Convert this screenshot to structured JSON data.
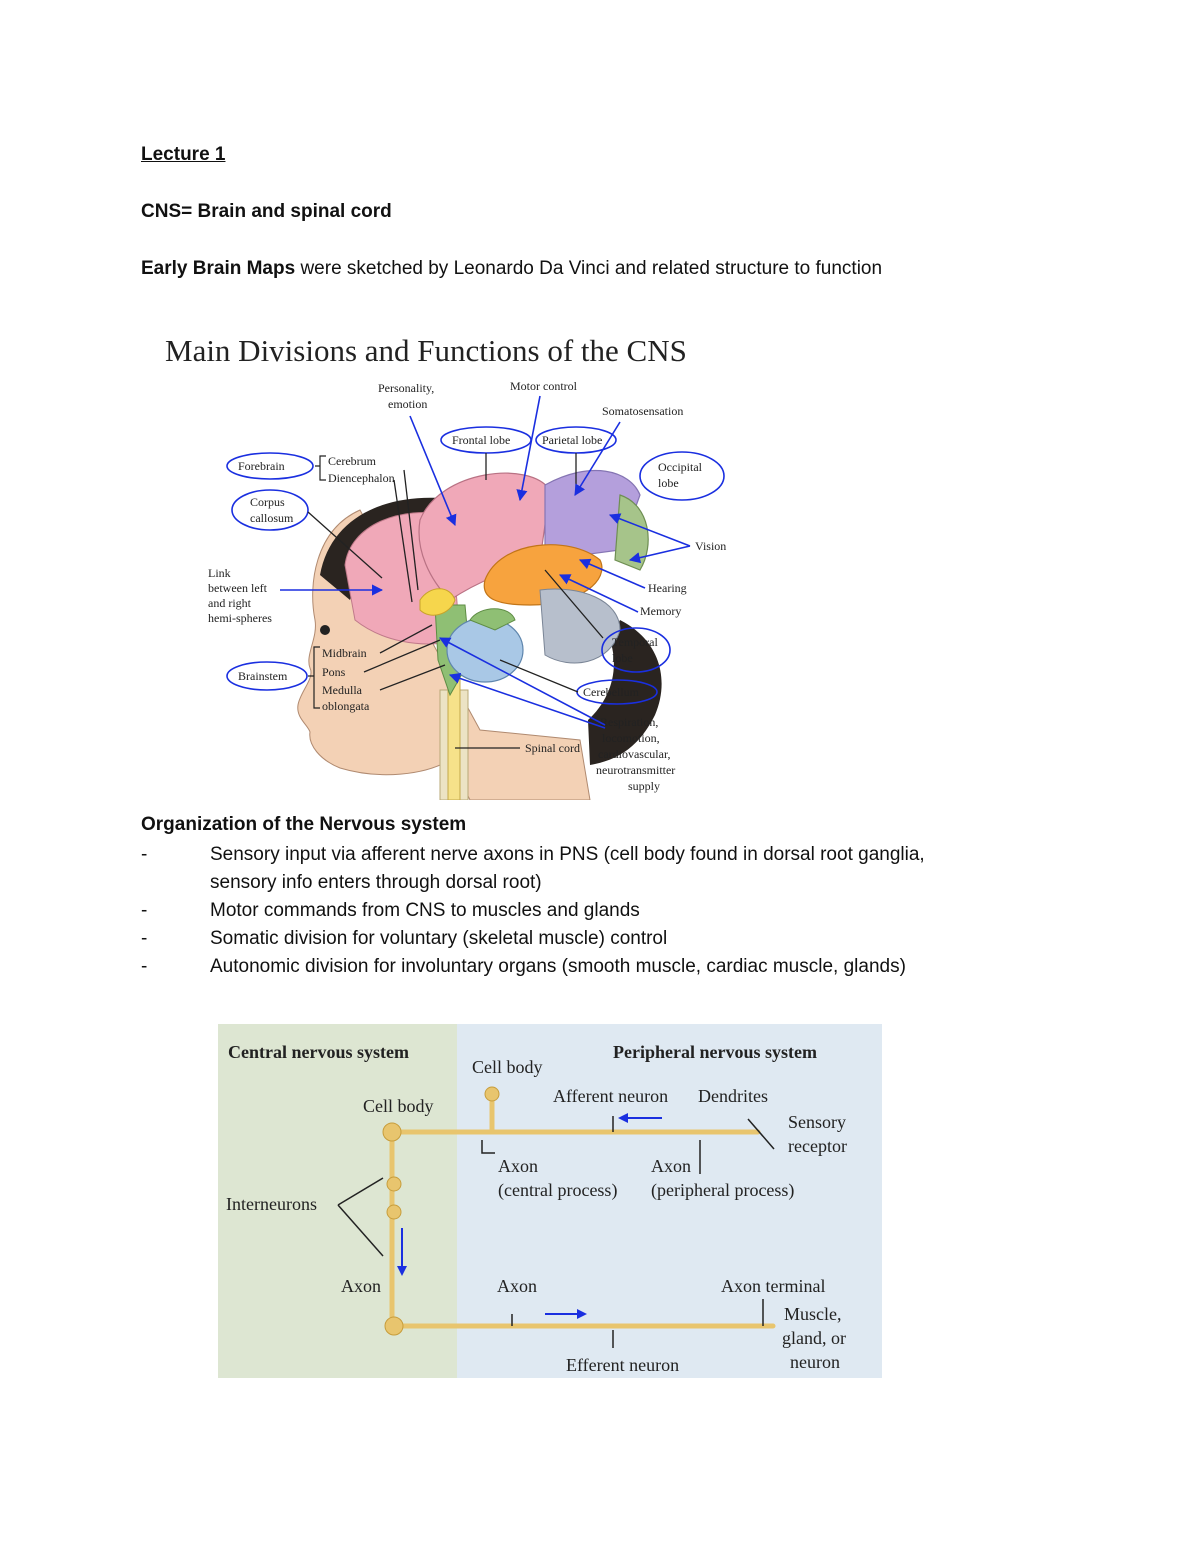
{
  "lecture_title": "Lecture 1",
  "cns_line": "CNS= Brain and spinal cord",
  "early_maps": {
    "bold": "Early Brain Maps",
    "rest": " were sketched by Leonardo Da Vinci and related structure to function"
  },
  "brain_figure": {
    "title": "Main Divisions and Functions of the CNS",
    "labels": {
      "personality": [
        "Personality,",
        "emotion"
      ],
      "motor_control": "Motor control",
      "somatosensation": "Somatosensation",
      "frontal_lobe": "Frontal lobe",
      "parietal_lobe": "Parietal lobe",
      "occipital_lobe": [
        "Occipital",
        "lobe"
      ],
      "forebrain": "Forebrain",
      "cerebrum": "Cerebrum",
      "diencephalon": "Diencephalon",
      "corpus_callosum": [
        "Corpus",
        "callosum"
      ],
      "link": [
        "Link",
        "between left",
        "and right",
        "hemi-spheres"
      ],
      "vision": "Vision",
      "hearing": "Hearing",
      "memory": "Memory",
      "temporal_lobe": [
        "Temporal",
        "lobe"
      ],
      "brainstem": "Brainstem",
      "midbrain": "Midbrain",
      "pons": "Pons",
      "medulla": [
        "Medulla",
        "oblongata"
      ],
      "cerebellum": "Cerebellum",
      "respiration": [
        "Respiration,",
        "locomotion,",
        "cardiovascular,",
        "neurotransmitter",
        "supply"
      ],
      "spinal_cord": "Spinal cord"
    },
    "colors": {
      "frontal": "#f0a8b8",
      "parietal": "#b49fdc",
      "occipital": "#a6c48a",
      "temporal": "#f7a33e",
      "cerebellum": "#a9c8e6",
      "brainstem": "#8fbf74",
      "skin": "#f3d1b5",
      "hair": "#2a2420",
      "annotation": "#1a2fe0"
    }
  },
  "organization": {
    "heading": "Organization of the Nervous system",
    "bullets": [
      {
        "dash": "-",
        "lines": [
          "Sensory input via afferent nerve axons in PNS (cell body found in dorsal root ganglia,",
          "sensory info enters through dorsal root)"
        ]
      },
      {
        "dash": "-",
        "lines": [
          "Motor commands from CNS to muscles and glands"
        ]
      },
      {
        "dash": "-",
        "lines": [
          "Somatic division for voluntary (skeletal muscle) control"
        ]
      },
      {
        "dash": "-",
        "lines": [
          "Autonomic division for involuntary organs (smooth muscle, cardiac muscle, glands)"
        ]
      }
    ]
  },
  "neuron_figure": {
    "cns_title": "Central nervous system",
    "pns_title": "Peripheral nervous system",
    "cell_body_top": "Cell body",
    "cell_body_left": "Cell body",
    "afferent": "Afferent neuron",
    "dendrites": "Dendrites",
    "sensory_receptor": [
      "Sensory",
      "receptor"
    ],
    "axon_central": [
      "Axon",
      "(central process)"
    ],
    "axon_peripheral": [
      "Axon",
      "(peripheral process)"
    ],
    "interneurons": "Interneurons",
    "axon_left": "Axon",
    "axon_mid": "Axon",
    "axon_terminal": "Axon terminal",
    "muscle": [
      "Muscle,",
      "gland, or",
      "neuron"
    ],
    "efferent": "Efferent neuron",
    "colors": {
      "cns_bg": "#dde6d2",
      "pns_bg": "#dfe9f2",
      "neuron": "#e8c56e",
      "arrow": "#1a2fe0"
    }
  }
}
